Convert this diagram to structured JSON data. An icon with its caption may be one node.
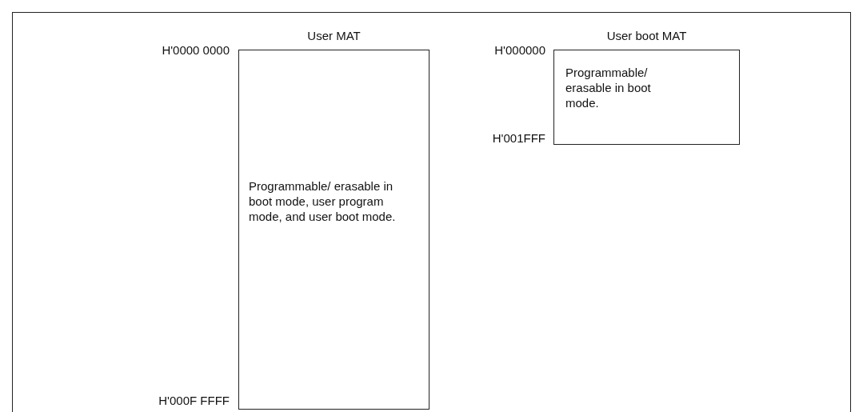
{
  "diagram": {
    "nodes": [
      {
        "text": [
          "User MAT",
          "Programmable/ erasable in boot mode, user program mode, and user boot mode."
        ],
        "beside": [
          "H'0000 0000",
          "H'000F FFFF"
        ]
      },
      {
        "text": [
          "User boot MAT",
          "Programmable/ erasable in boot mode."
        ],
        "beside": [
          "H'000000",
          "H'001FFF"
        ]
      }
    ]
  }
}
